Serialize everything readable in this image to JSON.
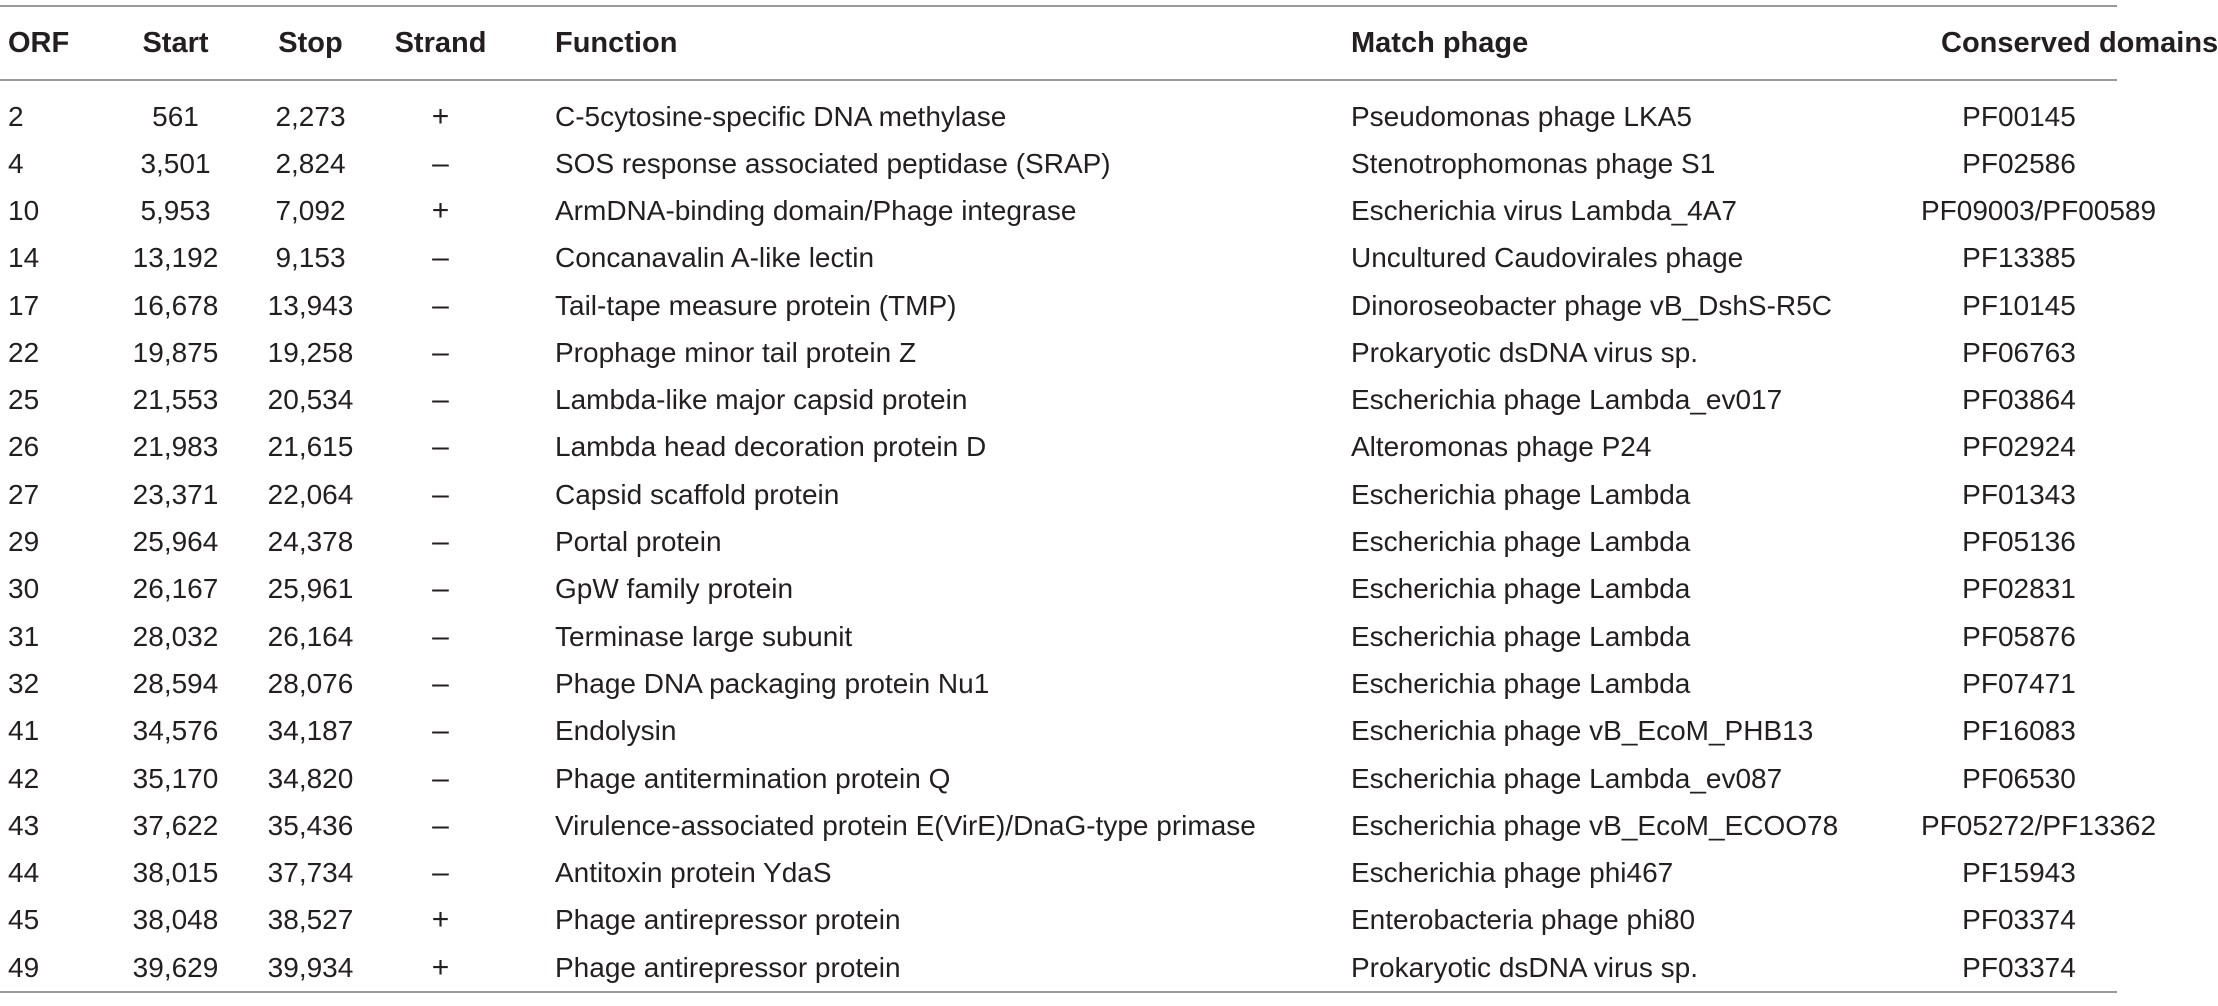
{
  "table": {
    "headers": {
      "orf": "ORF",
      "start": "Start",
      "stop": "Stop",
      "strand": "Strand",
      "function": "Function",
      "match_phage": "Match phage",
      "conserved_domains": "Conserved domains"
    },
    "rows": [
      {
        "orf": "2",
        "start": "561",
        "stop": "2,273",
        "strand": "+",
        "function": "C-5cytosine-specific DNA methylase",
        "match_phage": "Pseudomonas phage LKA5",
        "conserved_domains": "PF00145"
      },
      {
        "orf": "4",
        "start": "3,501",
        "stop": "2,824",
        "strand": "–",
        "function": "SOS response associated peptidase (SRAP)",
        "match_phage": "Stenotrophomonas phage S1",
        "conserved_domains": "PF02586"
      },
      {
        "orf": "10",
        "start": "5,953",
        "stop": "7,092",
        "strand": "+",
        "function": "ArmDNA-binding domain/Phage integrase",
        "match_phage": "Escherichia virus Lambda_4A7",
        "conserved_domains": "PF09003/PF00589"
      },
      {
        "orf": "14",
        "start": "13,192",
        "stop": "9,153",
        "strand": "–",
        "function": "Concanavalin A-like lectin",
        "match_phage": "Uncultured Caudovirales phage",
        "conserved_domains": "PF13385"
      },
      {
        "orf": "17",
        "start": "16,678",
        "stop": "13,943",
        "strand": "–",
        "function": "Tail-tape measure protein (TMP)",
        "match_phage": "Dinoroseobacter phage vB_DshS-R5C",
        "conserved_domains": "PF10145"
      },
      {
        "orf": "22",
        "start": "19,875",
        "stop": "19,258",
        "strand": "–",
        "function": "Prophage minor tail protein Z",
        "match_phage": "Prokaryotic dsDNA virus sp.",
        "conserved_domains": "PF06763"
      },
      {
        "orf": "25",
        "start": "21,553",
        "stop": "20,534",
        "strand": "–",
        "function": "Lambda-like major capsid protein",
        "match_phage": "Escherichia phage Lambda_ev017",
        "conserved_domains": "PF03864"
      },
      {
        "orf": "26",
        "start": "21,983",
        "stop": "21,615",
        "strand": "–",
        "function": "Lambda head decoration protein D",
        "match_phage": "Alteromonas phage P24",
        "conserved_domains": "PF02924"
      },
      {
        "orf": "27",
        "start": "23,371",
        "stop": "22,064",
        "strand": "–",
        "function": "Capsid scaffold protein",
        "match_phage": "Escherichia phage Lambda",
        "conserved_domains": "PF01343"
      },
      {
        "orf": "29",
        "start": "25,964",
        "stop": "24,378",
        "strand": "–",
        "function": "Portal protein",
        "match_phage": "Escherichia phage Lambda",
        "conserved_domains": "PF05136"
      },
      {
        "orf": "30",
        "start": "26,167",
        "stop": "25,961",
        "strand": "–",
        "function": "GpW family protein",
        "match_phage": "Escherichia phage Lambda",
        "conserved_domains": "PF02831"
      },
      {
        "orf": "31",
        "start": "28,032",
        "stop": "26,164",
        "strand": "–",
        "function": "Terminase large subunit",
        "match_phage": "Escherichia phage Lambda",
        "conserved_domains": "PF05876"
      },
      {
        "orf": "32",
        "start": "28,594",
        "stop": "28,076",
        "strand": "–",
        "function": "Phage DNA packaging protein Nu1",
        "match_phage": "Escherichia phage Lambda",
        "conserved_domains": "PF07471"
      },
      {
        "orf": "41",
        "start": "34,576",
        "stop": "34,187",
        "strand": "–",
        "function": "Endolysin",
        "match_phage": "Escherichia phage vB_EcoM_PHB13",
        "conserved_domains": "PF16083"
      },
      {
        "orf": "42",
        "start": "35,170",
        "stop": "34,820",
        "strand": "–",
        "function": "Phage antitermination protein Q",
        "match_phage": "Escherichia phage Lambda_ev087",
        "conserved_domains": "PF06530"
      },
      {
        "orf": "43",
        "start": "37,622",
        "stop": "35,436",
        "strand": "–",
        "function": "Virulence-associated protein E(VirE)/DnaG-type primase",
        "match_phage": "Escherichia phage vB_EcoM_ECOO78",
        "conserved_domains": "PF05272/PF13362"
      },
      {
        "orf": "44",
        "start": "38,015",
        "stop": "37,734",
        "strand": "–",
        "function": "Antitoxin protein YdaS",
        "match_phage": "Escherichia phage phi467",
        "conserved_domains": "PF15943"
      },
      {
        "orf": "45",
        "start": "38,048",
        "stop": "38,527",
        "strand": "+",
        "function": "Phage antirepressor protein",
        "match_phage": "Enterobacteria phage phi80",
        "conserved_domains": "PF03374"
      },
      {
        "orf": "49",
        "start": "39,629",
        "stop": "39,934",
        "strand": "+",
        "function": "Phage antirepressor protein",
        "match_phage": "Prokaryotic dsDNA virus sp.",
        "conserved_domains": "PF03374"
      }
    ]
  }
}
